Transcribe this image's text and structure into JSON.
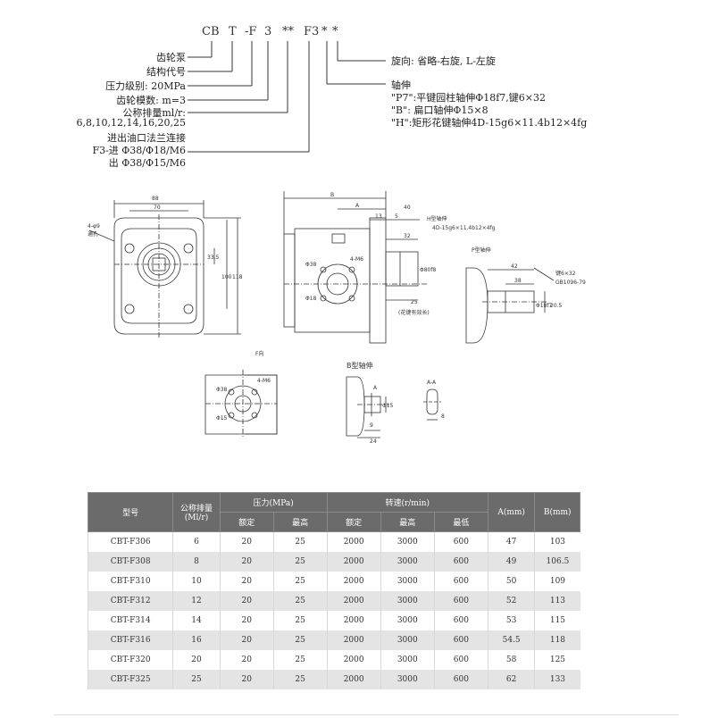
{
  "model_code": {
    "parts": [
      "CB",
      "T",
      "-F",
      "3",
      "**",
      "F3",
      "*",
      "*"
    ]
  },
  "left_labels": [
    "齿轮泵",
    "结构代号",
    "压力级别: 20MPa",
    "齿轮模数: m=3",
    "公称排量ml/r:",
    "6,8,10,12,14,16,20,25",
    "进出油口法兰连接",
    "F3-进 Φ38/Φ18/M6",
    "出 Φ38/Φ15/M6"
  ],
  "right_labels": {
    "rotation": "旋向: 省略-右旋, L-左旋",
    "shaft_title": "轴伸",
    "shaft_p7": "\"P7\":平键园柱轴伸Φ18f7,键6×32",
    "shaft_b": "\"B\": 扁口轴伸Φ15×8",
    "shaft_h": "\"H\":矩形花键轴伸4D-15g6×11.4b12×4fg"
  },
  "drawing_labels": {
    "front_width_outer": "88",
    "front_width_inner": "70",
    "front_hole_note_1": "4-φ9",
    "front_hole_note_2": "通孔",
    "front_h1": "33.5",
    "front_h2": "100",
    "front_h3": "118",
    "side_B": "B",
    "side_A": "A",
    "side_40": "40",
    "side_13": "13",
    "side_5": "5",
    "side_32": "32",
    "side_25": "25",
    "h_shaft_title": "H型轴伸",
    "h_shaft_spec": "4D-15g6×11.4b12×4fg",
    "h_shaft_note": "(花键有效长)",
    "side_d38": "Φ38",
    "side_d18": "Φ18",
    "side_m6": "4-M6",
    "side_d80": "Φ80f8",
    "p_shaft_title": "P型轴伸",
    "p_42": "42",
    "p_38": "38",
    "p_key": "键6×32",
    "p_gb": "GB1096-79",
    "p_d18": "Φ18f7",
    "p_205": "20.5",
    "f_dir": "F向",
    "f_d38": "Φ38",
    "f_m6": "4-M6",
    "f_d15": "Φ15",
    "b_shaft_title": "B型轴伸",
    "b_a": "A",
    "b_d15": "Φ15",
    "b_9": "9",
    "b_24": "24",
    "aa_title": "A-A",
    "aa_8": "8"
  },
  "table": {
    "headers": {
      "model": "型号",
      "displacement": "公称排量(Ml/r)",
      "pressure": "压力(MPa)",
      "speed": "转速(r/min)",
      "a": "A(mm)",
      "b": "B(mm)",
      "rated": "额定",
      "max": "最高",
      "speed_rated": "额定",
      "speed_max": "最高",
      "speed_min": "最低"
    },
    "rows": [
      [
        "CBT-F306",
        "6",
        "20",
        "25",
        "2000",
        "3000",
        "600",
        "47",
        "103"
      ],
      [
        "CBT-F308",
        "8",
        "20",
        "25",
        "2000",
        "3000",
        "600",
        "49",
        "106.5"
      ],
      [
        "CBT-F310",
        "10",
        "20",
        "25",
        "2000",
        "3000",
        "600",
        "50",
        "109"
      ],
      [
        "CBT-F312",
        "12",
        "20",
        "25",
        "2000",
        "3000",
        "600",
        "52",
        "113"
      ],
      [
        "CBT-F314",
        "14",
        "20",
        "25",
        "2000",
        "3000",
        "600",
        "53",
        "115"
      ],
      [
        "CBT-F316",
        "16",
        "20",
        "25",
        "2000",
        "3000",
        "600",
        "54.5",
        "118"
      ],
      [
        "CBT-F320",
        "20",
        "20",
        "25",
        "2000",
        "3000",
        "600",
        "58",
        "125"
      ],
      [
        "CBT-F325",
        "25",
        "20",
        "25",
        "2000",
        "3000",
        "600",
        "62",
        "133"
      ]
    ]
  }
}
